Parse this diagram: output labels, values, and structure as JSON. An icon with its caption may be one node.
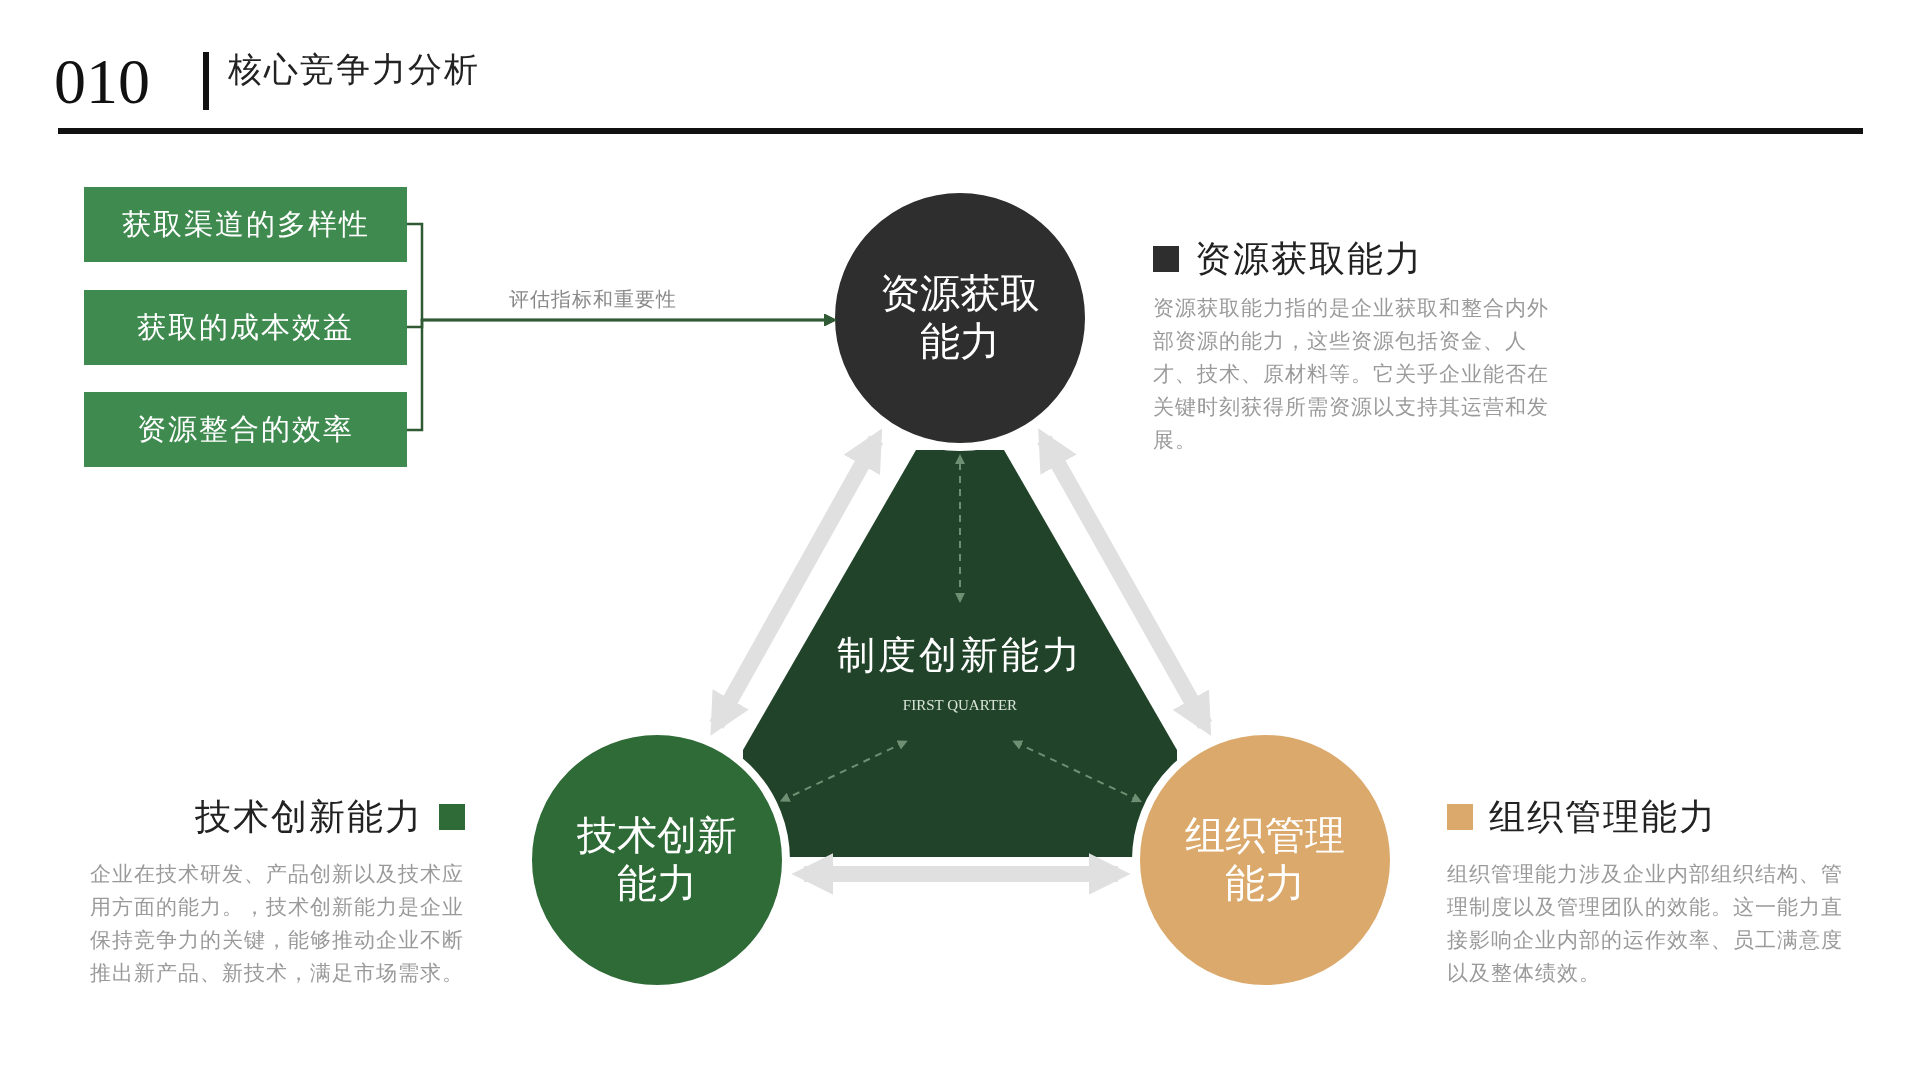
{
  "diagram": {
    "title": "核心竞争力分析",
    "nodes": [
      {
        "text": [
          "获取渠道的多样性"
        ]
      },
      {
        "text": [
          "获取的成本效益"
        ]
      },
      {
        "text": [
          "资源整合的效率"
        ]
      },
      {
        "text": [
          "资源获取能力"
        ]
      },
      {
        "text": [
          "制度创新能力",
          "FIRST QUARTER"
        ]
      },
      {
        "text": [
          "技术创新能力"
        ]
      },
      {
        "text": [
          "组织管理能力"
        ]
      }
    ],
    "edges": [
      {
        "from": 0,
        "to": 3,
        "arrow": "to"
      },
      {
        "from": 1,
        "to": 3,
        "arrow": "to",
        "label": "评估指标和重要性"
      },
      {
        "from": 2,
        "to": 3,
        "arrow": "to"
      },
      {
        "from": 3,
        "to": 5,
        "arrow": "both",
        "style": "thick",
        "color": "#e0e0e0"
      },
      {
        "from": 3,
        "to": 6,
        "arrow": "both",
        "style": "thick",
        "color": "#e0e0e0"
      },
      {
        "from": 5,
        "to": 6,
        "arrow": "both",
        "style": "thick",
        "color": "#e0e0e0"
      },
      {
        "from": 4,
        "to": 3,
        "arrow": "both",
        "style": "dashed",
        "color": "#6f8f72"
      },
      {
        "from": 4,
        "to": 5,
        "arrow": "both",
        "style": "dashed",
        "color": "#6f8f72"
      },
      {
        "from": 4,
        "to": 6,
        "arrow": "both",
        "style": "dashed",
        "color": "#6f8f72"
      }
    ],
    "labels": [
      "010",
      "资源获取能力指的是企业获取和整合内外部资源的能力，这些资源包括资金、人才、技术、原材料等。它关乎企业能否在关键时刻获得所需资源以支持其运营和发展。",
      "企业在技术研发、产品创新以及技术应用方面的能力。，技术创新能力是企业保持竞争力的关键，能够推动企业不断推出新产品、新技术，满足市场需求。",
      "组织管理能力涉及企业内部组织结构、管理制度以及管理团队的效能。这一能力直接影响企业内部的运作效率、员工满意度以及整体绩效。"
    ],
    "legend": [
      {
        "text": "资源获取能力",
        "color": "#2e2e2e"
      },
      {
        "text": "技术创新能力",
        "color": "#2f6b37"
      },
      {
        "text": "组织管理能力",
        "color": "#dba96b"
      }
    ]
  }
}
